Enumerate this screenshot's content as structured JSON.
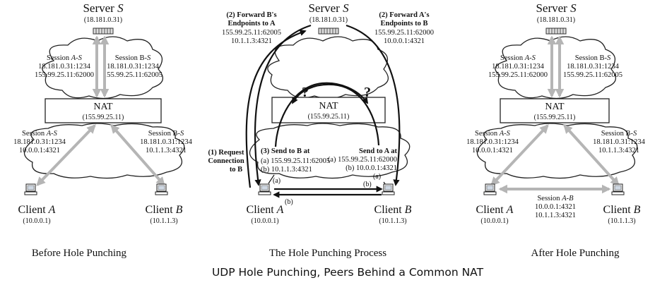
{
  "server": {
    "name": "Server ",
    "var": "S",
    "ip": "(18.181.0.31)"
  },
  "nat": {
    "label": "NAT",
    "ip": "(155.99.25.11)"
  },
  "client_a": {
    "name": "Client ",
    "var": "A",
    "ip": "(10.0.0.1)"
  },
  "client_b": {
    "name": "Client ",
    "var": "B",
    "ip": "(10.1.1.3)"
  },
  "session_as": {
    "title_pre": "Session ",
    "title_var": "A-S",
    "line1": "18.181.0.31:1234",
    "line2": "155.99.25.11:62000"
  },
  "session_bs": {
    "title_pre": "Session B-",
    "title_var": "S",
    "line1": "18.181.0.31:1234",
    "line2": "155.99.25.11:62005"
  },
  "session_as_inner": {
    "title_pre": "Session ",
    "title_var": "A-S",
    "line1": "18.181.0.31:1234",
    "line2": "10.0.0.1:4321"
  },
  "session_bs_inner": {
    "title_pre": "Session B-",
    "title_var": "S",
    "line1": "18.181.0.31:1234",
    "line2": "10.1.1.3:4321"
  },
  "session_ab": {
    "title_pre": "Session ",
    "title_var": "A-B",
    "line1": "10.0.0.1:4321",
    "line2": "10.1.1.3:4321"
  },
  "process": {
    "step2_left": {
      "l1": "(2) Forward B's",
      "l2": "Endpoints to A",
      "l3": "155.99.25.11:62005",
      "l4": "10.1.1.3:4321"
    },
    "step2_right": {
      "l1": "(2) Forward A's",
      "l2": "Endpoints to B",
      "l3": "155.99.25.11:62000",
      "l4": "10.0.0.1:4321"
    },
    "step1": {
      "l1": "(1) Request",
      "l2": "Connection",
      "l3": "to B"
    },
    "step3_left": {
      "l1": "(3) Send to B at",
      "l2": "(a) 155.99.25.11:62005",
      "l3": "(b) 10.1.1.3:4321"
    },
    "step3_right": {
      "l1": "Send to A at",
      "l2": "(a) 155.99.25.11:62000",
      "l3": "(b) 10.0.0.1:4321"
    },
    "mark_a": "(a)",
    "mark_b": "(b)",
    "question": "?"
  },
  "panels": {
    "before": "Before Hole Punching",
    "process": "The Hole Punching Process",
    "after": "After Hole Punching"
  },
  "caption": "UDP Hole Punching, Peers Behind a Common NAT",
  "colors": {
    "session_arrow": "#b5b5b5",
    "flow_arrow": "#111111"
  }
}
